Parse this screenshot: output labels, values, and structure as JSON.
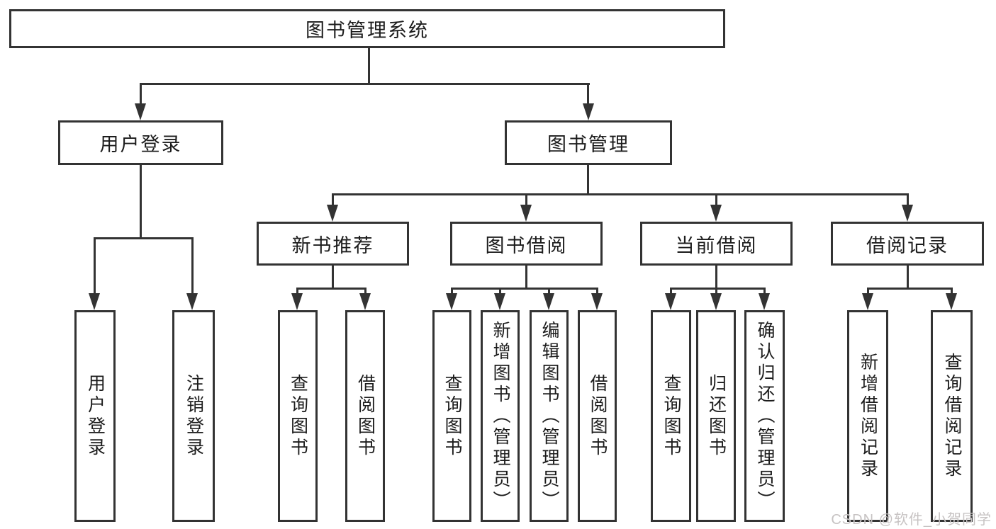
{
  "diagram": {
    "root": {
      "label": "图书管理系统"
    },
    "level1": {
      "user_login": {
        "label": "用户登录"
      },
      "book_management": {
        "label": "图书管理"
      }
    },
    "level2": {
      "new_book_recommend": {
        "label": "新书推荐"
      },
      "book_borrow": {
        "label": "图书借阅"
      },
      "current_borrow": {
        "label": "当前借阅"
      },
      "borrow_record": {
        "label": "借阅记录"
      }
    },
    "leaves": {
      "user_login": {
        "label": "用户登录"
      },
      "logout": {
        "label": "注销登录"
      },
      "nb_query_book": {
        "label": "查询图书"
      },
      "nb_borrow_book": {
        "label": "借阅图书"
      },
      "bb_query_book": {
        "label": "查询图书"
      },
      "bb_add_book": {
        "label": "新增图书（管理员）"
      },
      "bb_edit_book": {
        "label": "编辑图书（管理员）"
      },
      "bb_borrow_book": {
        "label": "借阅图书"
      },
      "cb_query_book": {
        "label": "查询图书"
      },
      "cb_return_book": {
        "label": "归还图书"
      },
      "cb_confirm_return": {
        "label": "确认归还（管理员）"
      },
      "br_add_record": {
        "label": "新增借阅记录"
      },
      "br_query_record": {
        "label": "查询借阅记录"
      }
    }
  },
  "watermark": {
    "text": "CSDN @软件_小贺同学"
  },
  "colors": {
    "line": "#333333",
    "text": "#1c1c1c",
    "background": "#ffffff",
    "watermark": "#c7c3c3"
  }
}
